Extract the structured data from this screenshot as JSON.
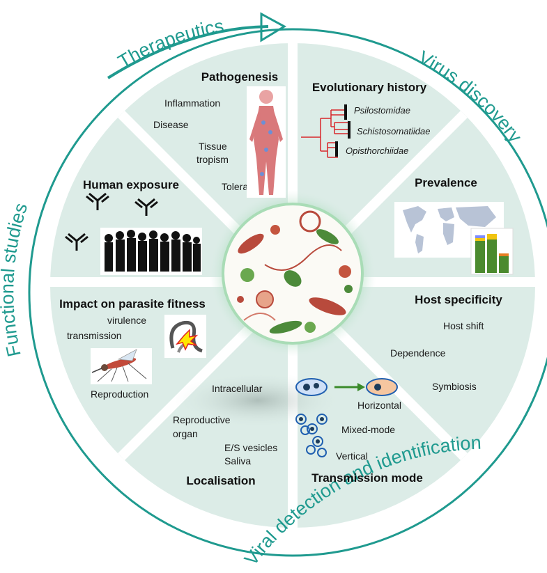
{
  "outer_labels": {
    "therapeutics": "Therapeutics",
    "virus_discovery": "Virus discovery",
    "viral_detection": "Viral detection and identification",
    "functional_studies": "Functional studies"
  },
  "segments": {
    "pathogenesis": {
      "title": "Pathogenesis",
      "items": [
        "Inflammation",
        "Disease",
        "Tissue",
        "tropism",
        "Tolerance"
      ]
    },
    "evolutionary_history": {
      "title": "Evolutionary history",
      "taxa": [
        "Psilostomidae",
        "Schistosomatiidae",
        "Opisthorchiidae"
      ]
    },
    "prevalence": {
      "title": "Prevalence"
    },
    "host_specificity": {
      "title": "Host specificity",
      "items": [
        "Host shift",
        "Dependence",
        "Symbiosis"
      ]
    },
    "transmission_mode": {
      "title": "Transmission mode",
      "items": [
        "Horizontal",
        "Mixed-mode",
        "Vertical"
      ]
    },
    "localisation": {
      "title": "Localisation",
      "items": [
        "Intracellular",
        "Reproductive",
        "organ",
        "E/S vesicles",
        "Saliva"
      ]
    },
    "parasite_fitness": {
      "title": "Impact on parasite fitness",
      "items": [
        "virulence",
        "transmission",
        "Reproduction"
      ]
    },
    "human_exposure": {
      "title": "Human exposure"
    }
  },
  "colors": {
    "teal": "#1f9a8f",
    "segment_fill": "#dcece7",
    "phylo_red": "#d8262b",
    "center_glow": "#bfe3c9"
  }
}
